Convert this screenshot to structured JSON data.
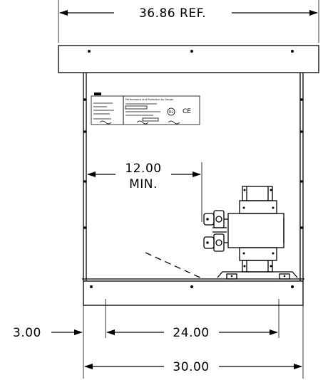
{
  "dimensions": {
    "overall_width": "36.86 REF.",
    "clearance": "12.00",
    "clearance_unit": "MIN.",
    "offset": "3.00",
    "mount_spacing": "24.00",
    "base_width": "30.00"
  },
  "nameplate": {
    "header": "Performance and Protection by Design",
    "ul_mark": "UL",
    "ce_mark": "CE"
  }
}
